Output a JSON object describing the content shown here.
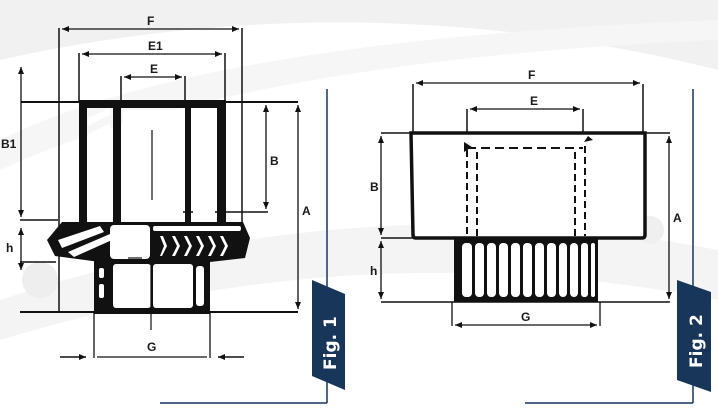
{
  "colors": {
    "ink": "#111111",
    "navy": "#17365a",
    "background": "#ffffff",
    "watermark": "#efefef"
  },
  "figure1": {
    "caption": "Fig. 1",
    "labels": {
      "F": "F",
      "E1": "E1",
      "E": "E",
      "B1": "B1",
      "B": "B",
      "A": "A",
      "h": "h",
      "G": "G"
    }
  },
  "figure2": {
    "caption": "Fig. 2",
    "labels": {
      "F": "F",
      "E": "E",
      "B": "B",
      "A": "A",
      "h": "h",
      "G": "G"
    }
  }
}
